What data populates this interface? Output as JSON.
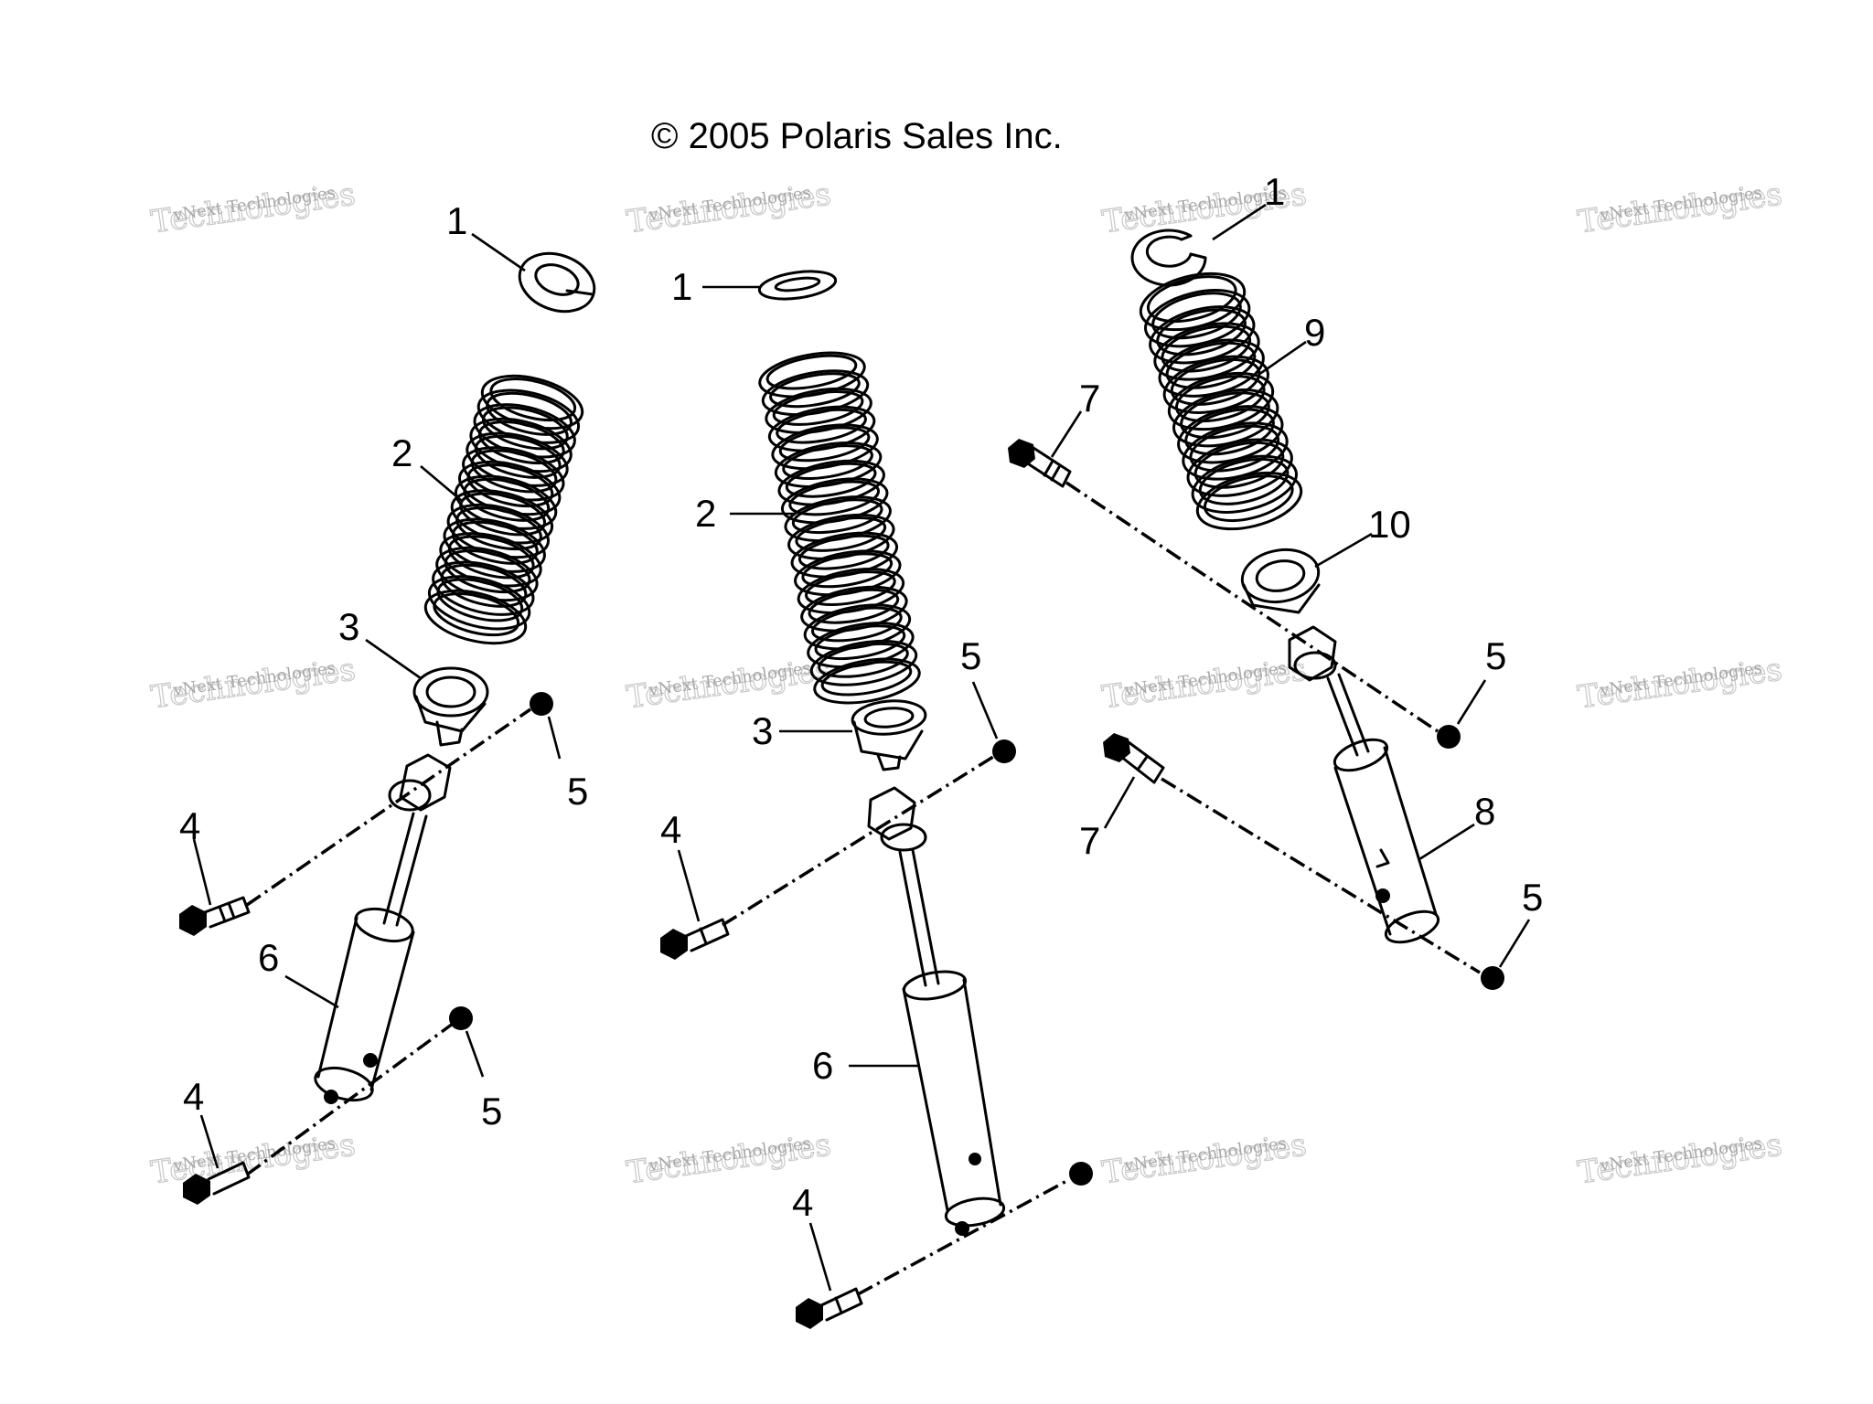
{
  "header": {
    "copyright": "© 2005 Polaris Sales Inc."
  },
  "watermark": {
    "line1": "vNext Technologies",
    "line2": "Technologies",
    "line3": "vNext"
  },
  "callouts": {
    "c_retainer_left": "1",
    "c_retainer_mid": "1",
    "c_retainer_right": "1",
    "c_spring_left": "2",
    "c_spring_mid": "2",
    "c_seat_left": "3",
    "c_seat_mid": "3",
    "c_bolt_left_upper": "4",
    "c_bolt_left_lower": "4",
    "c_bolt_mid_upper": "4",
    "c_bolt_mid_lower": "4",
    "c_nut_left_upper": "5",
    "c_nut_left_lower": "5",
    "c_nut_mid_upper": "5",
    "c_nut_right_upper": "5",
    "c_nut_right_lower": "5",
    "c_shock_left": "6",
    "c_shock_mid": "6",
    "c_bolt_right_upper": "7",
    "c_bolt_right_lower": "7",
    "c_shock_right": "8",
    "c_spring_right": "9",
    "c_seat_right": "10"
  }
}
